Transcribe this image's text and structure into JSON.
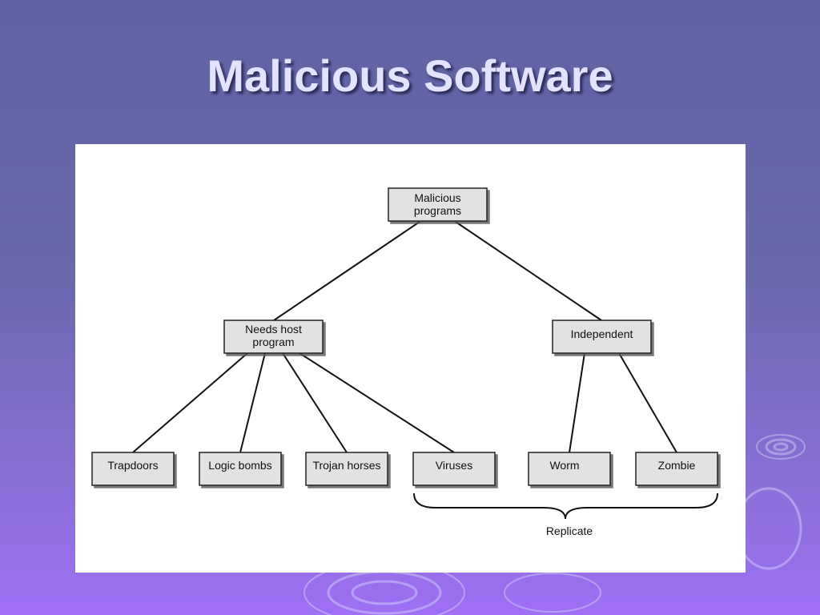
{
  "slide": {
    "title": "Malicious Software"
  },
  "diagram": {
    "nodes": {
      "root": [
        "Malicious",
        "programs"
      ],
      "needs_host": [
        "Needs host",
        "program"
      ],
      "independent": [
        "Independent"
      ],
      "trapdoors": [
        "Trapdoors"
      ],
      "logic_bombs": [
        "Logic bombs"
      ],
      "trojan_horses": [
        "Trojan horses"
      ],
      "viruses": [
        "Viruses"
      ],
      "worm": [
        "Worm"
      ],
      "zombie": [
        "Zombie"
      ]
    },
    "replicate_label": "Replicate"
  },
  "colors": {
    "node_fill": "#e2e2e2",
    "node_stroke": "#222222",
    "line": "#111111"
  }
}
